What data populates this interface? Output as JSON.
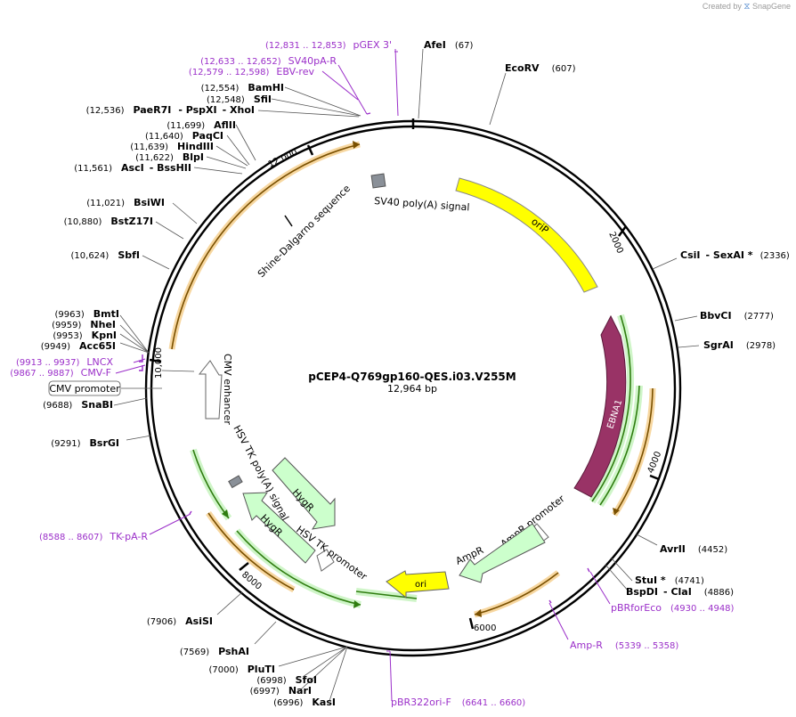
{
  "branding": {
    "created_by": "Created by",
    "app": "SnapGene"
  },
  "plasmid": {
    "name": "pCEP4-Q769gp160-QES.i03.V255M",
    "length": "12,964 bp"
  },
  "ticks": [
    "2000",
    "4000",
    "6000",
    "8000",
    "10,000",
    "12,000"
  ],
  "enzymes": [
    {
      "name": "AfeI",
      "pos": "(67)"
    },
    {
      "name": "EcoRV",
      "pos": "(607)"
    },
    {
      "name": "CsiI",
      "extra": "SexAI *",
      "pos": "(2336)"
    },
    {
      "name": "BbvCI",
      "pos": "(2777)"
    },
    {
      "name": "SgrAI",
      "pos": "(2978)"
    },
    {
      "name": "AvrII",
      "pos": "(4452)"
    },
    {
      "name": "StuI *",
      "pos": "(4741)"
    },
    {
      "name": "BspDI",
      "extra": "ClaI",
      "pos": "(4886)"
    },
    {
      "name": "KasI",
      "pos": "(6996)"
    },
    {
      "name": "NarI",
      "pos": "(6997)"
    },
    {
      "name": "SfoI",
      "pos": "(6998)"
    },
    {
      "name": "PluTI",
      "pos": "(7000)"
    },
    {
      "name": "PshAI",
      "pos": "(7569)"
    },
    {
      "name": "AsiSI",
      "pos": "(7906)"
    },
    {
      "name": "BsrGI",
      "pos": "(9291)"
    },
    {
      "name": "SnaBI",
      "pos": "(9688)"
    },
    {
      "name": "Acc65I",
      "pos": "(9949)"
    },
    {
      "name": "KpnI",
      "pos": "(9953)"
    },
    {
      "name": "NheI",
      "pos": "(9959)"
    },
    {
      "name": "BmtI",
      "pos": "(9963)"
    },
    {
      "name": "SbfI",
      "pos": "(10,624)"
    },
    {
      "name": "BstZ17I",
      "pos": "(10,880)"
    },
    {
      "name": "BsiWI",
      "pos": "(11,021)"
    },
    {
      "name": "AscI",
      "extra": "BssHII",
      "pos": "(11,561)"
    },
    {
      "name": "BlpI",
      "pos": "(11,622)"
    },
    {
      "name": "HindIII",
      "pos": "(11,639)"
    },
    {
      "name": "PaqCI",
      "pos": "(11,640)"
    },
    {
      "name": "AflII",
      "pos": "(11,699)"
    },
    {
      "name": "PaeR7I",
      "extra": "PspXI",
      "extra2": "XhoI",
      "pos": "(12,536)"
    },
    {
      "name": "SfiI",
      "pos": "(12,548)"
    },
    {
      "name": "BamHI",
      "pos": "(12,554)"
    }
  ],
  "primers": [
    {
      "name": "pGEX 3'",
      "range": "(12,831 .. 12,853)"
    },
    {
      "name": "SV40pA-R",
      "range": "(12,633 .. 12,652)"
    },
    {
      "name": "EBV-rev",
      "range": "(12,579 .. 12,598)"
    },
    {
      "name": "LNCX",
      "range": "(9913 .. 9937)"
    },
    {
      "name": "CMV-F",
      "range": "(9867 .. 9887)"
    },
    {
      "name": "TK-pA-R",
      "range": "(8588 .. 8607)"
    },
    {
      "name": "pBR322ori-F",
      "range": "(6641 .. 6660)"
    },
    {
      "name": "Amp-R",
      "range": "(5339 .. 5358)"
    },
    {
      "name": "pBRforEco",
      "range": "(4930 .. 4948)"
    }
  ],
  "boxed_feature": "CMV promoter",
  "features": {
    "sv40": "SV40 poly(A) signal",
    "orip": "oriP",
    "ebna1": "EBNA1",
    "amp_promoter": "AmpR promoter",
    "ampr": "AmpR",
    "ori": "ori",
    "hsv_promoter": "HSV TK promoter",
    "hygr1": "HygR",
    "hygr2": "HygR",
    "hsv_polya": "HSV TK poly(A) signal",
    "cmv_enhancer": "CMV enhancer",
    "shine": "Shine-Dalgarno sequence"
  },
  "colors": {
    "backbone": "#000000",
    "orip": "#ffff00",
    "ebna1": "#993366",
    "hygr": "#ccffcc",
    "ampr": "#ccffcc",
    "ori": "#ffff00",
    "primer": "#9b2fc9",
    "orf_green": "#2f7d10",
    "orf_orange": "#c07a10"
  }
}
